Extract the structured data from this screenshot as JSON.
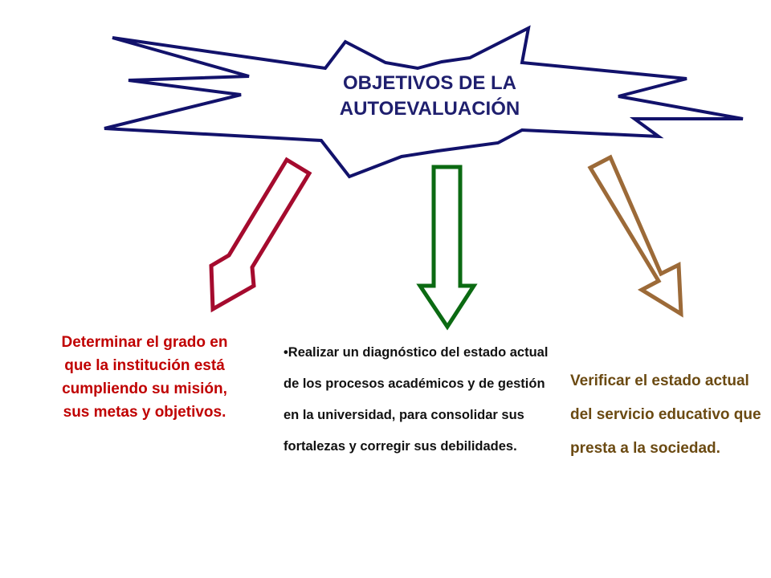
{
  "title": {
    "line1": "OBJETIVOS DE LA",
    "line2": "AUTOEVALUACIÓN"
  },
  "objectives": {
    "left": "Determinar el grado en que la institución está cumpliendo su misión, sus metas y objetivos.",
    "middle": "•Realizar un diagnóstico del estado actual de los procesos académicos y de gestión en la universidad, para consolidar sus fortalezas y corregir sus debilidades.",
    "right": "Verificar el estado actual  del servicio educativo que presta a la sociedad."
  },
  "colors": {
    "burst_outline": "#12126b",
    "title": "#1f1f6e",
    "arrow_left": "#a50b2e",
    "arrow_middle": "#0b6a12",
    "arrow_right": "#9c6a38",
    "text_left": "#c00000",
    "text_middle": "#111111",
    "text_right": "#6b4a12"
  }
}
